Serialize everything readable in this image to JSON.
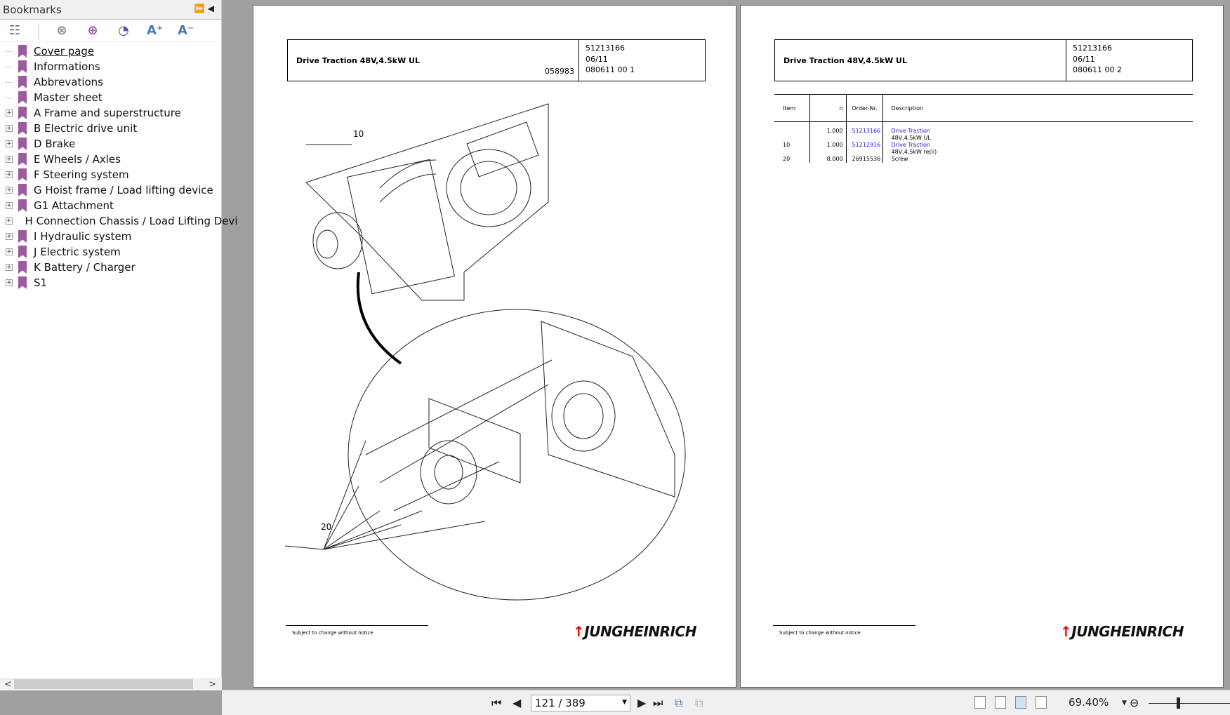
{
  "sidebar": {
    "title": "Bookmarks",
    "collapse_icons": "⏩ ◀",
    "items": [
      {
        "label": "Cover page",
        "expandable": false
      },
      {
        "label": "Informations",
        "expandable": false
      },
      {
        "label": "Abbrevations",
        "expandable": false
      },
      {
        "label": "Master sheet",
        "expandable": false
      },
      {
        "label": "A Frame and superstructure",
        "expandable": true
      },
      {
        "label": "B Electric drive unit",
        "expandable": true
      },
      {
        "label": "D Brake",
        "expandable": true
      },
      {
        "label": "E Wheels / Axles",
        "expandable": true
      },
      {
        "label": "F Steering system",
        "expandable": true
      },
      {
        "label": "G Hoist frame / Load lifting device",
        "expandable": true
      },
      {
        "label": "G1 Attachment",
        "expandable": true
      },
      {
        "label": "H Connection Chassis / Load Lifting Devi",
        "expandable": true
      },
      {
        "label": "I Hydraulic system",
        "expandable": true
      },
      {
        "label": "J Electric system",
        "expandable": true
      },
      {
        "label": "K Battery / Charger",
        "expandable": true
      },
      {
        "label": "S1",
        "expandable": true
      }
    ]
  },
  "left_page": {
    "title": "Drive Traction 48V,4.5kW UL",
    "drawing_no": "058983",
    "part_no": "51213166",
    "date": "06/11",
    "ref": "080611 00 1",
    "callouts": [
      "10",
      "20"
    ],
    "footer": "Subject to change without notice",
    "logo": "JUNGHEINRICH"
  },
  "right_page": {
    "title": "Drive Traction 48V,4.5kW UL",
    "part_no": "51213166",
    "date": "06/11",
    "ref": "080611 00 2",
    "columns": [
      "Item",
      "n",
      "Order-Nr.",
      "Description"
    ],
    "rows": [
      {
        "item": "",
        "n": "1.000",
        "order": "51213166",
        "desc": "Drive Traction",
        "desc2": "48V,4.5kW UL"
      },
      {
        "item": "10",
        "n": "1.000",
        "order": "51212916",
        "desc": "Drive Traction",
        "desc2": "48V,4.5kW re(li)"
      },
      {
        "item": "20",
        "n": "8.000",
        "order": "26915536",
        "desc": "Screw",
        "desc2": ""
      }
    ],
    "footer": "Subject to change without notice",
    "logo": "JUNGHEINRICH"
  },
  "toolbar": {
    "page": "121 / 389",
    "zoom": "69.40%"
  }
}
